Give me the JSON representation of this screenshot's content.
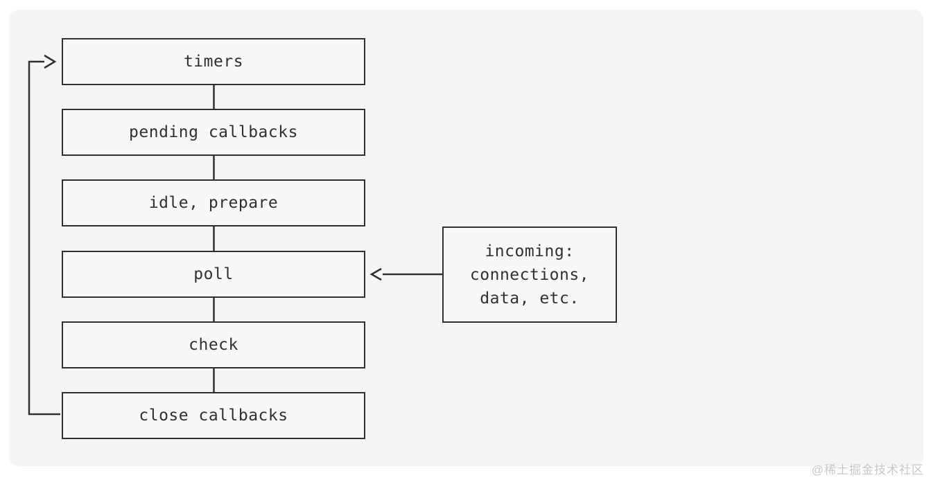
{
  "phases": [
    {
      "label": "timers"
    },
    {
      "label": "pending callbacks"
    },
    {
      "label": "idle, prepare"
    },
    {
      "label": "poll"
    },
    {
      "label": "check"
    },
    {
      "label": "close callbacks"
    }
  ],
  "side_box": {
    "line1": "incoming:",
    "line2": "connections,",
    "line3": "data, etc."
  },
  "watermark": "@稀土掘金技术社区",
  "colors": {
    "stroke": "#2e3033",
    "text": "#2e3033",
    "page_bg": "#ffffff",
    "card_bg": "#f5f5f6",
    "box_bg": "#f7f8f8",
    "watermark": "#c6c7c9"
  }
}
